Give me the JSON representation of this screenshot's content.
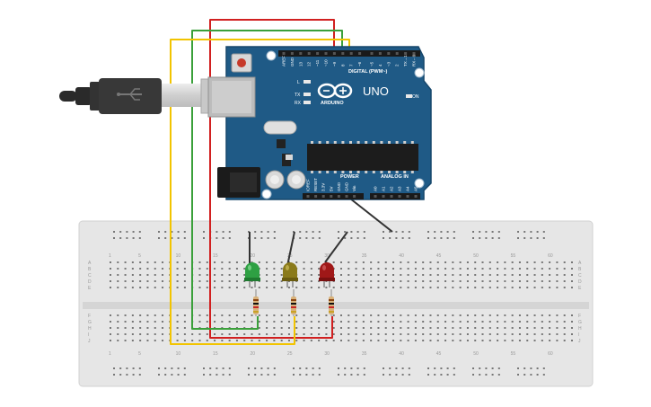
{
  "colors": {
    "board_blue": "#1f5a86",
    "board_dark": "#17476b",
    "breadboard": "#e6e6e6",
    "breadboard_strip": "#d8d8d8",
    "hole": "#777777",
    "rail_red": "#e06c6c",
    "rail_blue": "#6c8fd0",
    "wire_red": "#d12020",
    "wire_green": "#3aa03a",
    "wire_yellow": "#f2c400",
    "wire_black": "#333333",
    "led_green": "#2ea043",
    "led_yellow": "#8a7a1a",
    "led_red": "#a01818"
  },
  "arduino": {
    "brand": "UNO",
    "maker": "ARDUINO",
    "digital_label": "DIGITAL (PWM~)",
    "power_label": "POWER",
    "analog_label": "ANALOG IN",
    "on_label": "ON",
    "tx_label": "TX",
    "rx_label": "RX",
    "l_label": "L",
    "digital_pins": [
      "AREF",
      "GND",
      "13",
      "12",
      "~11",
      "~10",
      "~9",
      "8",
      "7",
      "~6",
      "~5",
      "4",
      "~3",
      "2",
      "TX→1",
      "RX←0"
    ],
    "power_pins": [
      "IOREF",
      "RESET",
      "3.3V",
      "5V",
      "GND",
      "GND",
      "Vin"
    ],
    "analog_pins": [
      "A0",
      "A1",
      "A2",
      "A3",
      "A4",
      "A5"
    ]
  },
  "breadboard": {
    "row_letters_top": [
      "A",
      "B",
      "C",
      "D",
      "E"
    ],
    "row_letters_bottom": [
      "F",
      "G",
      "H",
      "I",
      "J"
    ],
    "column_numbers": [
      "1",
      "5",
      "10",
      "15",
      "20",
      "25",
      "30",
      "35",
      "40",
      "45",
      "50",
      "55",
      "60"
    ]
  },
  "leds": [
    {
      "color_name": "green"
    },
    {
      "color_name": "yellow"
    },
    {
      "color_name": "red"
    }
  ]
}
